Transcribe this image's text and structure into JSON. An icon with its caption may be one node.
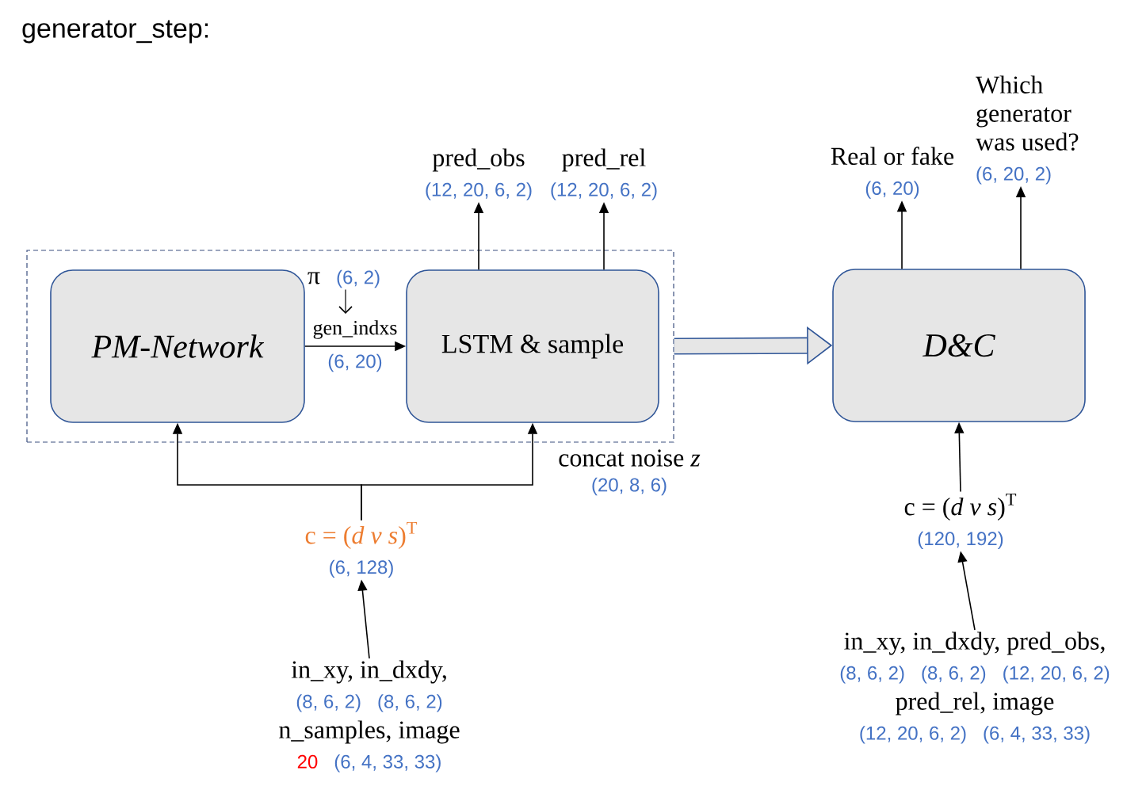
{
  "diagram": {
    "title": "generator_step:",
    "nodes": [
      {
        "text": [],
        "shape": "box"
      },
      {
        "text": [
          "PM-Network"
        ],
        "in": 0
      },
      {
        "text": [
          "LSTM & sample"
        ],
        "in": 0
      },
      {
        "text": [
          "D&C"
        ]
      },
      {
        "text": [
          "pred_obs"
        ],
        "beside": [
          "(12, 20, 6, 2)"
        ]
      },
      {
        "text": [
          "pred_rel"
        ],
        "beside": [
          "(12, 20, 6, 2)"
        ]
      },
      {
        "text": [
          "π"
        ],
        "beside": [
          "(6, 2)"
        ],
        "in": 0
      },
      {
        "text": [
          "Real or fake"
        ],
        "beside": [
          "(6, 20)"
        ]
      },
      {
        "text": [
          "Which generator was used?"
        ],
        "beside": [
          "(6, 20, 2)"
        ]
      },
      {
        "text": [
          "c = (*d*   *v*   *s*)$^{T}$"
        ],
        "beside": [
          "(6, 128)"
        ]
      },
      {
        "text": [
          "in_xy, in_dxdy,",
          "n_samples, image"
        ],
        "beside": [
          "(8, 6, 2)",
          "(8, 6, 2)",
          "20",
          "(6, 4, 33, 33)"
        ]
      },
      {
        "text": [
          "c = (*d*   *v*   *s*)$^{T}$"
        ],
        "beside": [
          "(120, 192)"
        ]
      },
      {
        "text": [
          "in_xy, in_dxdy, pred_obs,",
          "pred_rel, image"
        ],
        "beside": [
          "(8, 6, 2)",
          "(8, 6, 2)",
          "(12, 20, 6, 2)",
          "(12, 20, 6, 2)",
          "(6, 4, 33, 33)"
        ]
      }
    ],
    "edges": [
      {
        "from": 1,
        "to": 2,
        "arrow": "to",
        "label": "gen_indxs"
      },
      {
        "from": 6,
        "to": null,
        "arrow": "to"
      },
      {
        "from": 2,
        "to": 4,
        "arrow": "to"
      },
      {
        "from": 2,
        "to": 5,
        "arrow": "to"
      },
      {
        "from": 0,
        "to": 3,
        "arrow": "to",
        "style": "thick",
        "color": "#2f5597"
      },
      {
        "from": 9,
        "to": 1,
        "arrow": "to"
      },
      {
        "from": 9,
        "to": 2,
        "arrow": "to"
      },
      {
        "from": 10,
        "to": 9,
        "arrow": "to"
      },
      {
        "from": 3,
        "to": 7,
        "arrow": "to"
      },
      {
        "from": 3,
        "to": 8,
        "arrow": "to"
      },
      {
        "from": 11,
        "to": 3,
        "arrow": "to"
      },
      {
        "from": 12,
        "to": 11,
        "arrow": "to"
      }
    ],
    "labels": [
      "(6, 20)",
      "concat noise *z*",
      "(20, 8, 6)"
    ]
  }
}
